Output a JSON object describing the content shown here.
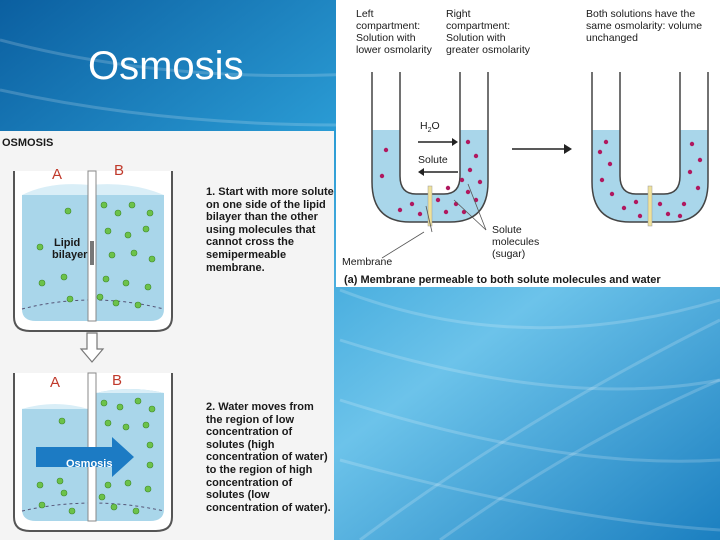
{
  "slide": {
    "title": "Osmosis"
  },
  "left_figure": {
    "heading": "OSMOSIS",
    "top_beaker": {
      "label_a": "A",
      "label_b": "B",
      "membrane_label_line1": "Lipid",
      "membrane_label_line2": "bilayer"
    },
    "bottom_beaker": {
      "label_a": "A",
      "label_b": "B",
      "arrow_label": "Osmosis"
    },
    "step1": {
      "lines": [
        "1. Start with more solute",
        "on one side of the lipid",
        "bilayer than the other",
        "using molecules that",
        "cannot cross the",
        "semipermeable",
        "membrane."
      ]
    },
    "step2": {
      "lines": [
        "2. Water moves from",
        "the region of low",
        "concentration of",
        "solutes (high",
        "concentration of water)",
        "to the region of high",
        "concentration of",
        "solutes (low",
        "concentration of water)."
      ]
    }
  },
  "right_figure": {
    "left_comp": [
      "Left",
      "compartment:",
      "Solution with",
      "lower osmolarity"
    ],
    "right_comp": [
      "Right",
      "compartment:",
      "Solution with",
      "greater osmolarity"
    ],
    "both": [
      "Both solutions have the",
      "same osmolarity: volume",
      "unchanged"
    ],
    "h2o_label": "H",
    "h2o_sub": "2",
    "h2o_tail": "O",
    "solute_label": "Solute",
    "solute_molecules": [
      "Solute",
      "molecules",
      "(sugar)"
    ],
    "membrane_label": "Membrane",
    "caption_prefix": "(a)",
    "caption": "Membrane permeable to both solute molecules and water"
  },
  "colors": {
    "water": "#a9d6ea",
    "solute_green": "#6cc24a",
    "solute_magenta": "#b0185f",
    "arrow_blue": "#1c7bc4"
  }
}
